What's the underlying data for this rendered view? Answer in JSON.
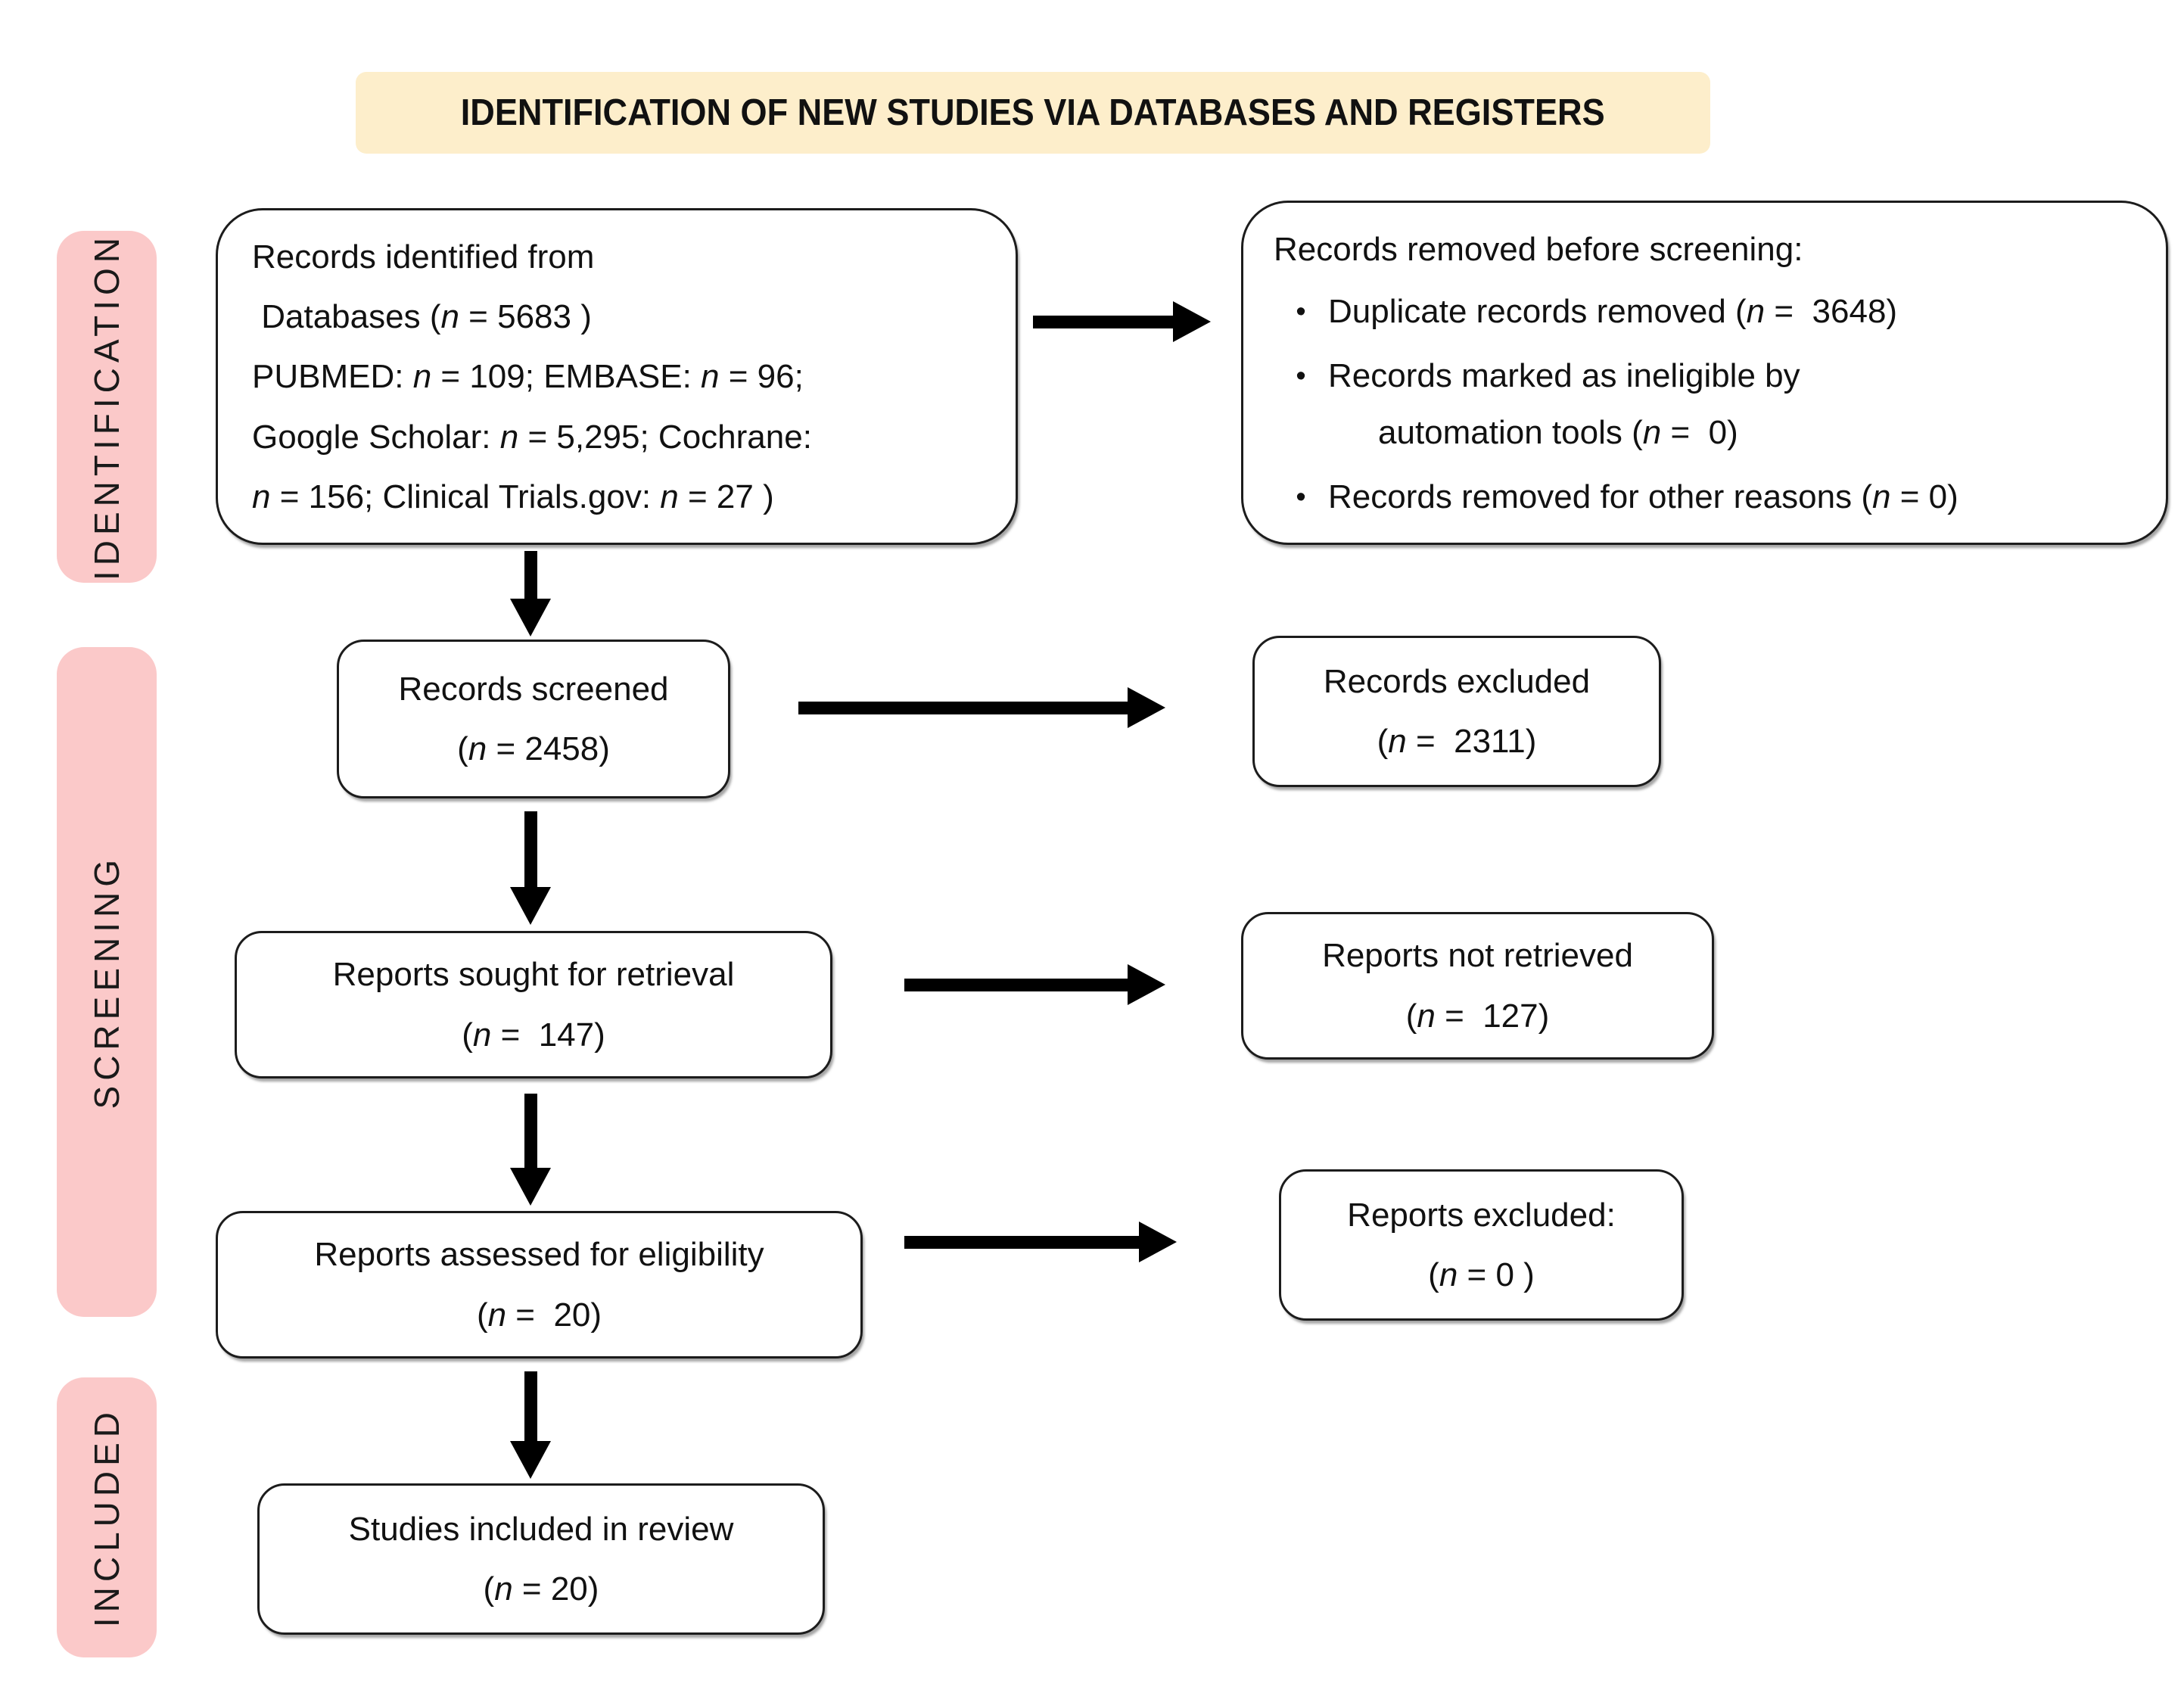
{
  "title": "IDENTIFICATION OF NEW STUDIES VIA DATABASES AND REGISTERS",
  "colors": {
    "banner_bg": "#fdeecb",
    "stage_label_bg": "#fbc9c9",
    "box_border": "#1c1c1c",
    "arrow": "#000000",
    "background": "#ffffff"
  },
  "stages": [
    {
      "label": "IDENTIFICATION"
    },
    {
      "label": "SCREENING"
    },
    {
      "label": "INCLUDED"
    }
  ],
  "boxes": {
    "records_identified": {
      "lines": [
        "Records identified from",
        " Databases (n = 5683 )",
        "PUBMED: n = 109; EMBASE: n = 96;",
        "Google Scholar: n = 5,295; Cochrane:",
        "n = 156; Clinical Trials.gov: n = 27 )"
      ]
    },
    "records_removed": {
      "heading": "Records removed before screening:",
      "bullet_glyph": "•",
      "bullets": [
        [
          "Duplicate records removed (n =  3648)"
        ],
        [
          "Records marked as ineligible by",
          "automation tools (n =  0)"
        ],
        [
          "Records removed for other reasons (n = 0)"
        ]
      ]
    },
    "records_screened": {
      "line1": "Records screened",
      "line2": "(n = 2458)"
    },
    "records_excluded": {
      "line1": "Records excluded",
      "line2": "(n =  2311)"
    },
    "reports_sought": {
      "line1": "Reports sought for retrieval",
      "line2": "(n =  147)"
    },
    "reports_not_retrieved": {
      "line1": "Reports not retrieved",
      "line2": "(n =  127)"
    },
    "reports_assessed": {
      "line1": "Reports assessed for eligibility",
      "line2": "(n =  20)"
    },
    "reports_excluded": {
      "line1": "Reports excluded:",
      "line2": "(n = 0 )"
    },
    "studies_included": {
      "line1": "Studies included in review",
      "line2": "(n = 20)"
    }
  }
}
